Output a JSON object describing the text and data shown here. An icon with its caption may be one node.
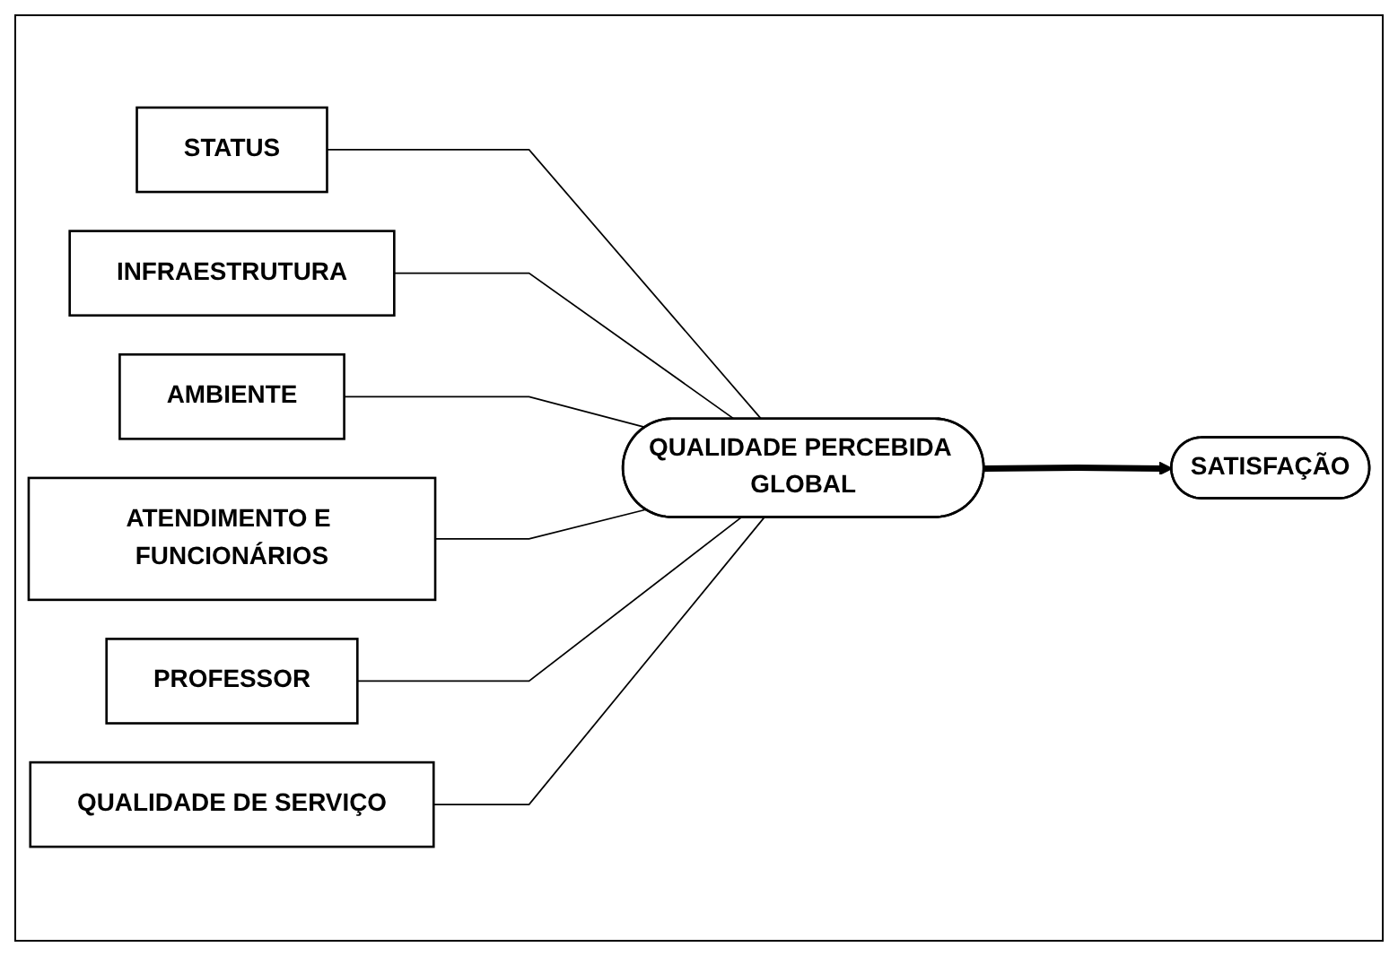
{
  "diagram": {
    "nodes": [
      {
        "text": [
          "STATUS"
        ]
      },
      {
        "text": [
          "INFRAESTRUTURA"
        ]
      },
      {
        "text": [
          "AMBIENTE"
        ]
      },
      {
        "text": [
          "ATENDIMENTO E FUNCIONÁRIOS"
        ]
      },
      {
        "text": [
          "PROFESSOR"
        ]
      },
      {
        "text": [
          "QUALIDADE DE SERVIÇO"
        ]
      },
      {
        "text": [
          "QUALIDADE PERCEBIDA GLOBAL"
        ]
      },
      {
        "text": [
          "SATISFAÇÃO"
        ]
      }
    ],
    "edges": [
      {
        "from": 0,
        "to": 6,
        "arrow": "none"
      },
      {
        "from": 1,
        "to": 6,
        "arrow": "none"
      },
      {
        "from": 2,
        "to": 6,
        "arrow": "none"
      },
      {
        "from": 3,
        "to": 6,
        "arrow": "none"
      },
      {
        "from": 4,
        "to": 6,
        "arrow": "none"
      },
      {
        "from": 5,
        "to": 6,
        "arrow": "none"
      },
      {
        "from": 6,
        "to": 7,
        "arrow": "to",
        "style": "thick"
      }
    ]
  }
}
